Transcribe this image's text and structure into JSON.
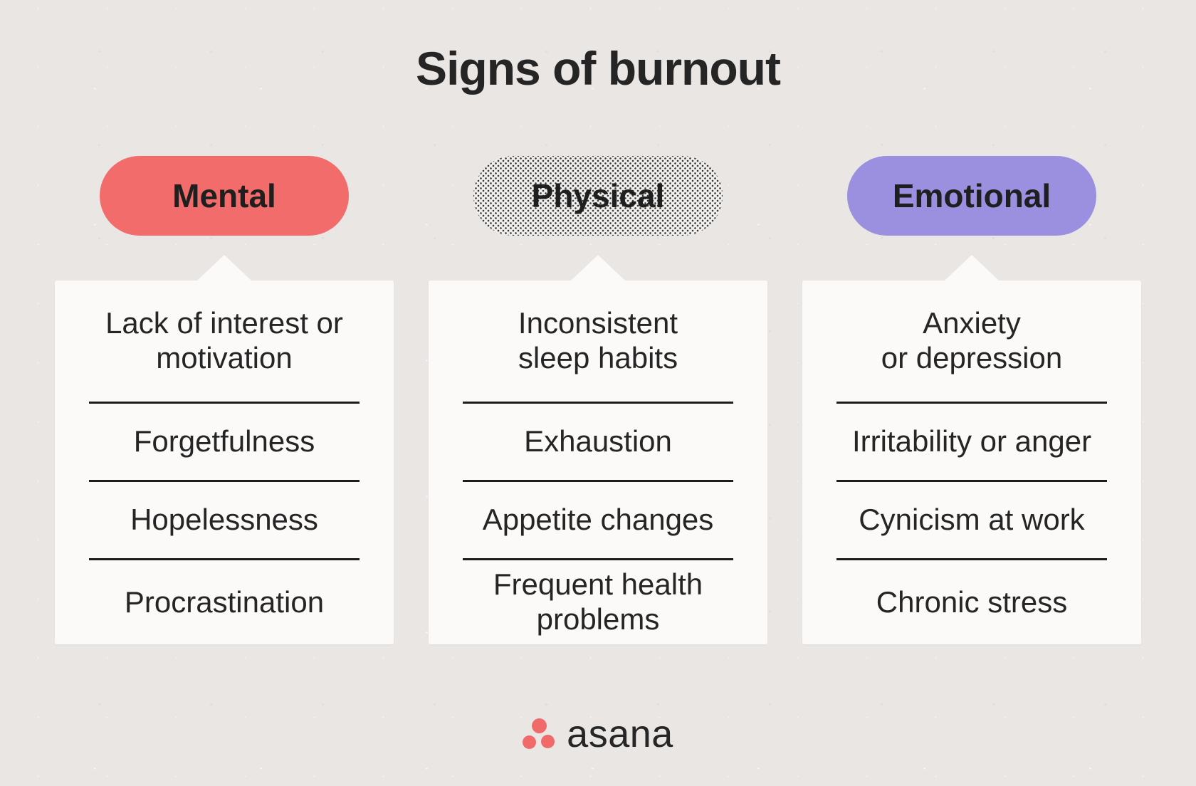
{
  "title": "Signs of burnout",
  "columns": [
    {
      "id": "mental",
      "label": "Mental",
      "pill_style": "solid",
      "pill_color": "#F26C6C",
      "items": [
        "Lack of interest or\nmotivation",
        "Forgetfulness",
        "Hopelessness",
        "Procrastination"
      ]
    },
    {
      "id": "physical",
      "label": "Physical",
      "pill_style": "halftone-dots",
      "pill_color": "#F2F0EF",
      "items": [
        "Inconsistent\nsleep habits",
        "Exhaustion",
        "Appetite changes",
        "Frequent health\nproblems"
      ]
    },
    {
      "id": "emotional",
      "label": "Emotional",
      "pill_style": "solid",
      "pill_color": "#9B8FE0",
      "items": [
        "Anxiety\nor depression",
        "Irritability or anger",
        "Cynicism at work",
        "Chronic stress"
      ]
    }
  ],
  "footer": {
    "logo_text": "asana",
    "logo_icon": "asana-three-dots"
  },
  "colors": {
    "background": "#E9E6E4",
    "card": "#FBFAF9",
    "text": "#252525",
    "divider": "#1C1C1C",
    "coral": "#F26C6C",
    "purple": "#9B8FE0",
    "halftone_base": "#F2F0EF",
    "logo_coral": "#F06A6A"
  }
}
